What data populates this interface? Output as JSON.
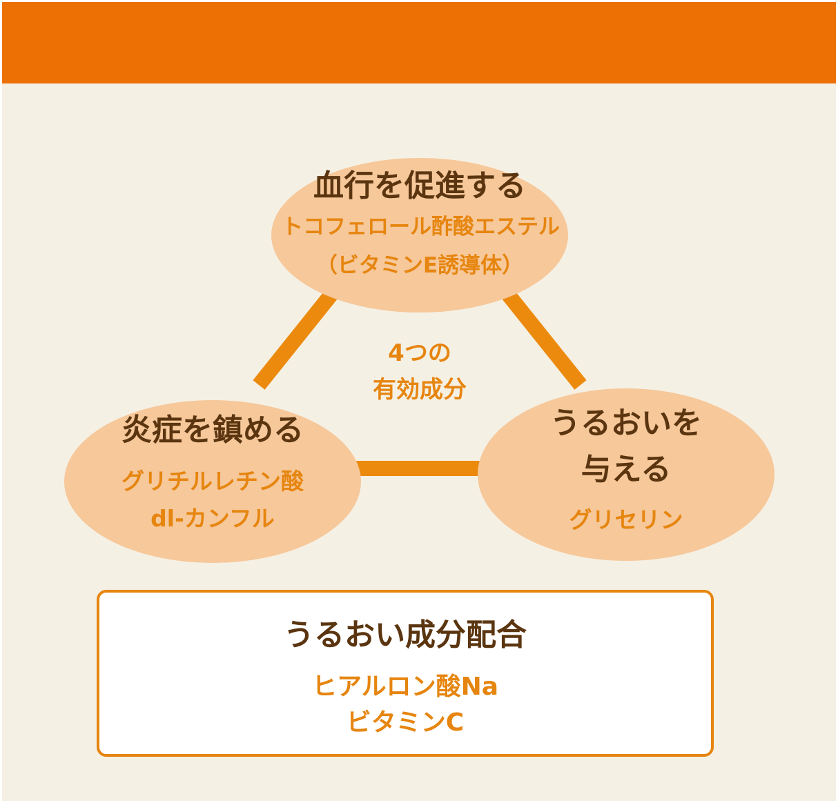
{
  "colors": {
    "band": "#ec7004",
    "background": "#f5f0e4",
    "ellipse": "#f6c89a",
    "connector": "#ec8a0e",
    "heading": "#5a3510",
    "accent": "#e6850f"
  },
  "triangle": {
    "center_label_line1": "4つの",
    "center_label_line2": "有効成分",
    "nodes": {
      "top": {
        "heading": "血行を促進する",
        "ingredient_line1": "トコフェロール酢酸エステル",
        "ingredient_line2": "（ビタミンE誘導体）"
      },
      "left": {
        "heading": "炎症を鎮める",
        "ingredient_line1": "グリチルレチン酸",
        "ingredient_line2": "dl-カンフル"
      },
      "right": {
        "heading_line1": "うるおいを",
        "heading_line2": "与える",
        "ingredient": "グリセリン"
      }
    }
  },
  "moisture_box": {
    "title": "うるおい成分配合",
    "ingredient_line1": "ヒアルロン酸Na",
    "ingredient_line2": "ビタミンC"
  }
}
